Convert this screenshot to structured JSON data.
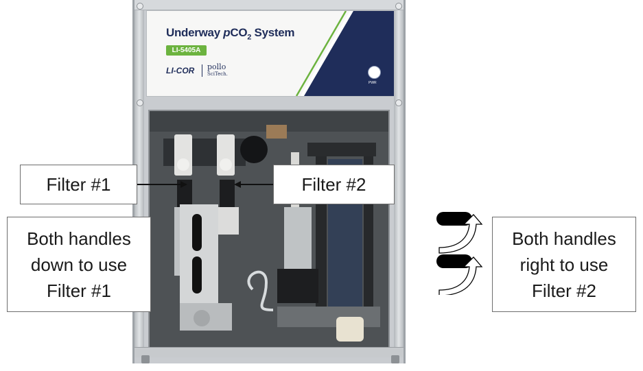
{
  "instrument": {
    "title_prefix": "Underway ",
    "title_italic": "p",
    "title_co": "CO",
    "title_sub": "2",
    "title_suffix": " System",
    "model": "LI-5405A",
    "brand_left": "LI-COR",
    "brand_right_line1": "pollo",
    "brand_right_line2": "SciTech.",
    "power_label": "PWR"
  },
  "callouts": {
    "filter1": "Filter #1",
    "filter2": "Filter #2",
    "left_note": "Both handles\ndown to use\nFilter #1",
    "right_note": "Both handles\nright to use\nFilter #2"
  },
  "colors": {
    "panel_navy": "#1f2d5a",
    "panel_green": "#6cb33f",
    "label_border": "#6d6d6d"
  }
}
